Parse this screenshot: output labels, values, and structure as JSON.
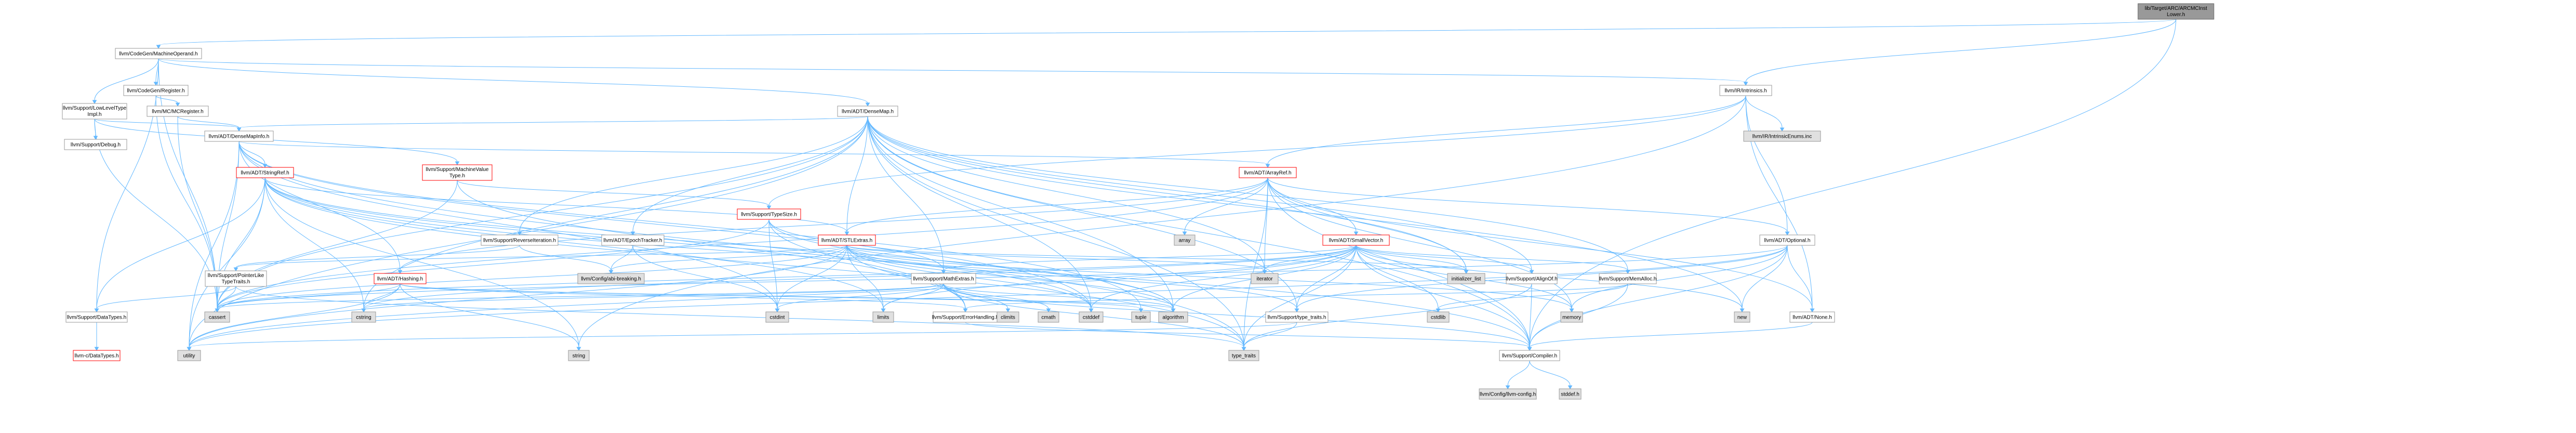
{
  "colors": {
    "edge": "#63b8ff",
    "node_fill": "#ffffff",
    "node_border": "#999999",
    "root_fill": "#999999",
    "root_border": "#666666",
    "system_fill": "#e0e0e0",
    "system_border": "#999999",
    "truncated_border": "#ff0000",
    "text": "#000000"
  },
  "nodes": {
    "root": "lib/Target/ARC/ARCMCInst\nLower.h",
    "mo": "llvm/CodeGen/MachineOperand.h",
    "cgreg": "llvm/CodeGen/Register.h",
    "llt": "llvm/Support/LowLevelType\nImpl.h",
    "mcreg": "llvm/MC/MCRegister.h",
    "densemap": "llvm/ADT/DenseMap.h",
    "intrinsics": "llvm/IR/Intrinsics.h",
    "debug": "llvm/Support/Debug.h",
    "dmi": "llvm/ADT/DenseMapInfo.h",
    "mvt": "llvm/Support/MachineValue\nType.h",
    "arrayref": "llvm/ADT/ArrayRef.h",
    "enums": "llvm/IR/IntrinsicEnums.inc",
    "stringref": "llvm/ADT/StringRef.h",
    "typesize": "llvm/Support/TypeSize.h",
    "reviter": "llvm/Support/ReverseIteration.h",
    "epoch": "llvm/ADT/EpochTracker.h",
    "stlextras": "llvm/ADT/STLExtras.h",
    "smallvec": "llvm/ADT/SmallVector.h",
    "array": "array",
    "optional": "llvm/ADT/Optional.h",
    "ptrlike": "llvm/Support/PointerLike\nTypeTraits.h",
    "hashing": "llvm/ADT/Hashing.h",
    "abiabr": "llvm/Config/abi-breaking.h",
    "mathext": "llvm/Support/MathExtras.h",
    "iterator": "iterator",
    "initlist": "initializer_list",
    "alignof": "llvm/Support/AlignOf.h",
    "memalloc": "llvm/Support/MemAlloc.h",
    "datatypes": "llvm/Support/DataTypes.h",
    "cassert": "cassert",
    "cstring": "cstring",
    "errhandling": "llvm/Support/ErrorHandling.h",
    "cstdint": "cstdint",
    "cstddef": "cstddef",
    "limits": "limits",
    "climits": "climits",
    "cmath": "cmath",
    "algorithm": "algorithm",
    "typetraitsllvm": "llvm/Support/type_traits.h",
    "cstdlib": "cstdlib",
    "memory": "memory",
    "new": "new",
    "none": "llvm/ADT/None.h",
    "ctypes": "llvm-c/DataTypes.h",
    "utility": "utility",
    "string": "string",
    "typetraits": "type_traits",
    "compiler": "llvm/Support/Compiler.h",
    "cfg": "llvm/Config/llvm-config.h",
    "stddef": "stddef.h"
  }
}
